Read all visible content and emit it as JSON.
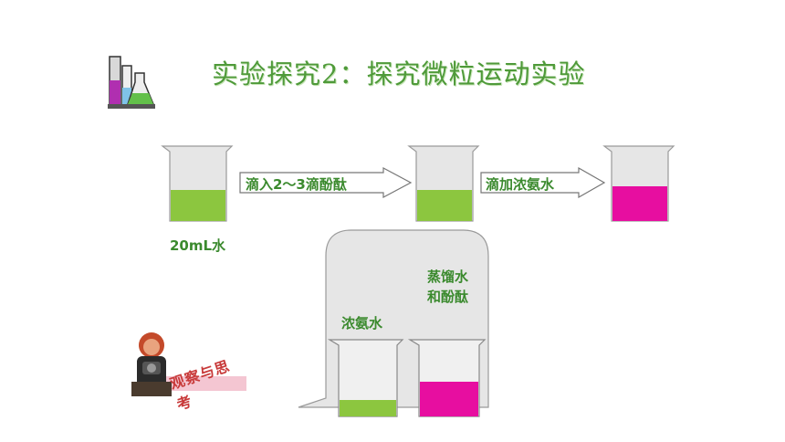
{
  "title": "实验探究2：探究微粒运动实验",
  "steps": {
    "arrow1": "滴入2～3滴酚酞",
    "arrow2": "滴加浓氨水",
    "water_label": "20mL水"
  },
  "setup": {
    "left_beaker_label": "浓氨水",
    "right_beaker_label_line1": "蒸馏水",
    "right_beaker_label_line2": "和酚酞"
  },
  "stamp": {
    "text": "观察与思考"
  },
  "colors": {
    "green_liquid": "#8cc63f",
    "pink_liquid": "#e70ea0",
    "glass": "#e6e6e6",
    "text_green": "#3b8a2e"
  },
  "icons": {
    "lab": "test-tubes-icon"
  }
}
